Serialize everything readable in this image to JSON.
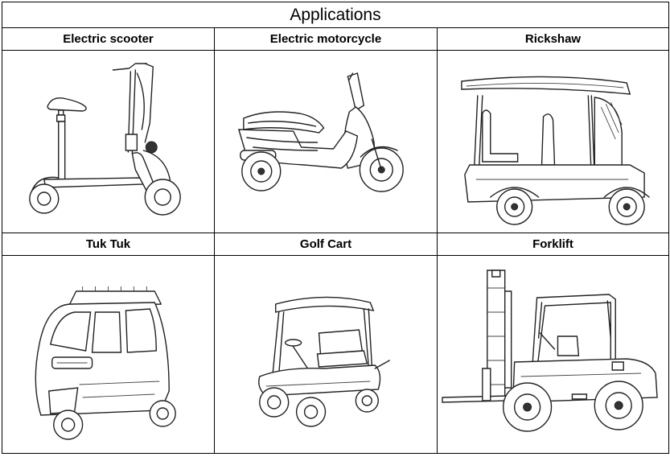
{
  "table": {
    "title": "Applications",
    "labels": {
      "electric_scooter": "Electric scooter",
      "electric_motorcycle": "Electric motorcycle",
      "rickshaw": "Rickshaw",
      "tuk_tuk": "Tuk Tuk",
      "golf_cart": "Golf Cart",
      "forklift": "Forklift"
    }
  },
  "illustration_style": {
    "line_color": "#222222",
    "background": "#ffffff"
  }
}
